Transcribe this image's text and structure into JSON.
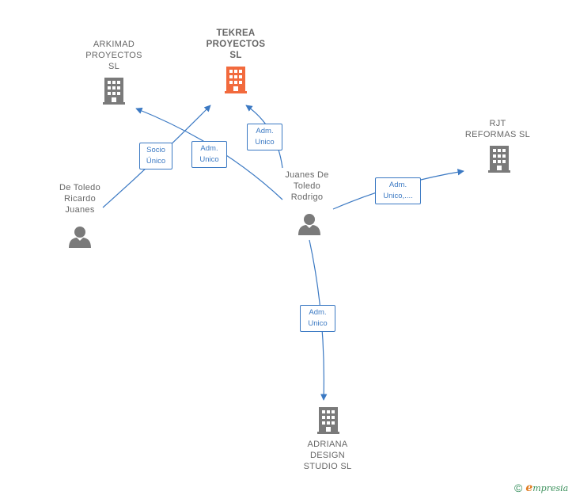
{
  "nodes": {
    "tekrea": {
      "label": "TEKREA\nPROYECTOS\nSL",
      "type": "company",
      "color": "#f26a3d"
    },
    "arkimad": {
      "label": "ARKIMAD\nPROYECTOS\nSL",
      "type": "company",
      "color": "#7a7a7a"
    },
    "rjt": {
      "label": "RJT\nREFORMAS  SL",
      "type": "company",
      "color": "#7a7a7a"
    },
    "adriana": {
      "label": "ADRIANA\nDESIGN\nSTUDIO  SL",
      "type": "company",
      "color": "#7a7a7a"
    },
    "ricardo": {
      "label": "De Toledo\nRicardo\nJuanes",
      "type": "person",
      "color": "#7a7a7a"
    },
    "rodrigo": {
      "label": "Juanes De\nToledo\nRodrigo",
      "type": "person",
      "color": "#7a7a7a"
    }
  },
  "edges": {
    "ricardo_tekrea": "Socio\nÚnico",
    "rodrigo_arkimad": "Adm.\nUnico",
    "rodrigo_tekrea": "Adm.\nUnico",
    "rodrigo_rjt": "Adm.\nUnico,....",
    "rodrigo_adriana": "Adm.\nUnico"
  },
  "colors": {
    "edge": "#3b79c3",
    "focus": "#f26a3d",
    "node": "#7a7a7a"
  },
  "brand": {
    "copyright": "©",
    "e": "e",
    "rest": "mpresia"
  }
}
